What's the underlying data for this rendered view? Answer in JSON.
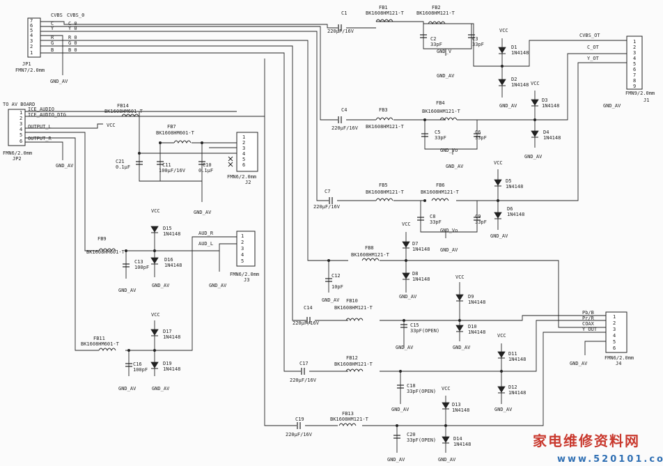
{
  "connectors": {
    "jp1": {
      "name": "JP1",
      "model": "FMN7/2.0mm",
      "pins": [
        "7",
        "6",
        "5",
        "4",
        "3",
        "2",
        "1"
      ]
    },
    "jp2": {
      "name": "JP2",
      "model": "FMN6/2.0mm",
      "title": "TO AV BOARD",
      "pins": [
        "1",
        "2",
        "3",
        "4",
        "5",
        "6"
      ]
    },
    "j1": {
      "name": "J1",
      "model": "FMN9/2.0mm",
      "pins": [
        "1",
        "2",
        "3",
        "4",
        "5",
        "6",
        "7",
        "8",
        "9"
      ]
    },
    "j2": {
      "name": "J2",
      "model": "FMN6/2.0mm",
      "pins": [
        "1",
        "2",
        "3",
        "4",
        "5",
        "6"
      ]
    },
    "j3": {
      "name": "J3",
      "model": "FMN6/2.0mm",
      "pins": [
        "1",
        "2",
        "3",
        "4",
        "5"
      ]
    },
    "j4": {
      "name": "J4",
      "model": "FMN6/2.0mm",
      "pins": [
        "1",
        "2",
        "3",
        "4",
        "5",
        "6"
      ]
    }
  },
  "nets": {
    "cvbs": "CVBS",
    "cvbs_0": "CVBS_0",
    "c": "C",
    "y": "Y",
    "r": "R",
    "g": "G",
    "b": "B",
    "c_0": "C_0",
    "y_0": "Y_0",
    "r_0": "R_0",
    "g_0": "G_0",
    "b_0": "B_0",
    "cvbs_ot": "CVBS_OT",
    "c_ot": "C_OT",
    "y_ot": "Y_OT",
    "ice_audio": "ICE_AUDIO",
    "ice_audio_dig": "ICE_AUDIO_DIG",
    "output_l": "OUTPUT_L",
    "output_r": "OUTPUT_R",
    "aud_r": "AUD_R",
    "aud_l": "AUD_L",
    "pb_b": "Pb/B",
    "pr_r": "Pr/R",
    "coax": "COAX",
    "y_out": "Y_OUT",
    "vcc": "VCC",
    "gnd_av": "GND_AV",
    "gnd_v": "GND_V",
    "gnd_vo": "GND_Vo"
  },
  "components": {
    "c1": {
      "ref": "C1",
      "value": "220μF/16V"
    },
    "c2": {
      "ref": "C2",
      "value": "33pF"
    },
    "c3": {
      "ref": "C3",
      "value": "33pF"
    },
    "c4": {
      "ref": "C4",
      "value": "220μF/16V"
    },
    "c5": {
      "ref": "C5",
      "value": "33pF"
    },
    "c6": {
      "ref": "C6",
      "value": "33pF"
    },
    "c7": {
      "ref": "C7",
      "value": "220μF/16V"
    },
    "c8": {
      "ref": "C8",
      "value": "33pF"
    },
    "c9": {
      "ref": "C9",
      "value": "33pF"
    },
    "c10": {
      "ref": "C10",
      "value": "0.1μF"
    },
    "c11": {
      "ref": "C11",
      "value": "100μF/16V"
    },
    "c12": {
      "ref": "C12",
      "value": "10pF"
    },
    "c13": {
      "ref": "C13",
      "value": "100pF"
    },
    "c14": {
      "ref": "C14",
      "value": "220μF/16V"
    },
    "c15": {
      "ref": "C15",
      "value": "33pF(OPEN)"
    },
    "c16": {
      "ref": "C16",
      "value": "100pF"
    },
    "c17": {
      "ref": "C17",
      "value": "220μF/16V"
    },
    "c18": {
      "ref": "C18",
      "value": "33pF(OPEN)"
    },
    "c19": {
      "ref": "C19",
      "value": "220μF/16V"
    },
    "c20": {
      "ref": "C20",
      "value": "33pF(OPEN)"
    },
    "c21": {
      "ref": "C21",
      "value": "0.1μF"
    },
    "fb1": {
      "ref": "FB1",
      "value": "BK1608HM121-T"
    },
    "fb2": {
      "ref": "FB2",
      "value": "BK1608HM121-T"
    },
    "fb3": {
      "ref": "FB3",
      "value": "BK1608HM121-T"
    },
    "fb4": {
      "ref": "FB4",
      "value": "BK1608HM121-T"
    },
    "fb5": {
      "ref": "FB5",
      "value": "BK1608HM121-T"
    },
    "fb6": {
      "ref": "FB6",
      "value": "BK1608HM121-T"
    },
    "fb7": {
      "ref": "FB7",
      "value": "BK1608HM601-T"
    },
    "fb8": {
      "ref": "FB8",
      "value": "BK1608HM121-T"
    },
    "fb9": {
      "ref": "FB9",
      "value": "BK1608HM601-T"
    },
    "fb10": {
      "ref": "FB10",
      "value": "BK1608HM121-T"
    },
    "fb11": {
      "ref": "FB11",
      "value": "BK1608HM601-T"
    },
    "fb12": {
      "ref": "FB12",
      "value": "BK1608HM121-T"
    },
    "fb13": {
      "ref": "FB13",
      "value": "BK1608HM121-T"
    },
    "fb14": {
      "ref": "FB14",
      "value": "BK1608HM601-T"
    },
    "d1": {
      "ref": "D1",
      "value": "1N4148"
    },
    "d2": {
      "ref": "D2",
      "value": "1N4148"
    },
    "d3": {
      "ref": "D3",
      "value": "1N4148"
    },
    "d4": {
      "ref": "D4",
      "value": "1N4148"
    },
    "d5": {
      "ref": "D5",
      "value": "1N4148"
    },
    "d6": {
      "ref": "D6",
      "value": "1N4148"
    },
    "d7": {
      "ref": "D7",
      "value": "1N4148"
    },
    "d8": {
      "ref": "D8",
      "value": "1N4148"
    },
    "d9": {
      "ref": "D9",
      "value": "1N4148"
    },
    "d10": {
      "ref": "D10",
      "value": "1N4148"
    },
    "d11": {
      "ref": "D11",
      "value": "1N4148"
    },
    "d12": {
      "ref": "D12",
      "value": "1N4148"
    },
    "d13": {
      "ref": "D13",
      "value": "1N4148"
    },
    "d14": {
      "ref": "D14",
      "value": "1N4148"
    },
    "d15": {
      "ref": "D15",
      "value": "1N4148"
    },
    "d16": {
      "ref": "D16",
      "value": "1N4148"
    },
    "d17": {
      "ref": "D17",
      "value": "1N4148"
    },
    "d19": {
      "ref": "D19",
      "value": "1N4148"
    }
  },
  "watermark": {
    "cn": "家电维修资料网",
    "url": "www.520101.com"
  }
}
